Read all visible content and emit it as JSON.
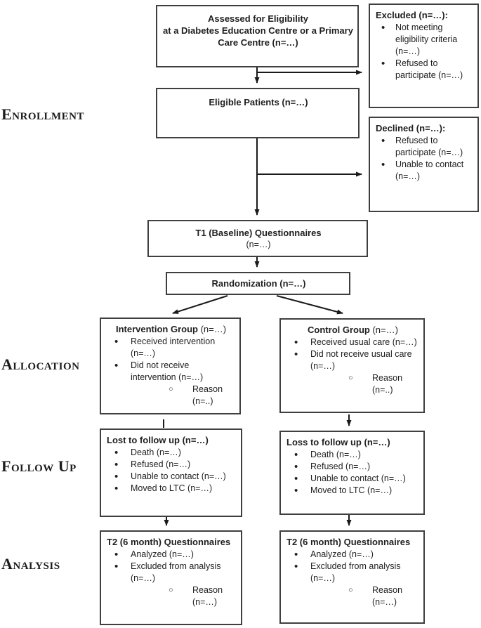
{
  "stages": {
    "enrollment": "Enrollment",
    "allocation": "Allocation",
    "follow_up": "Follow Up",
    "analysis": "Analysis"
  },
  "boxes": {
    "assessed": {
      "line1": "Assessed for Eligibility",
      "line2": "at a Diabetes Education Centre or a Primary",
      "line3": "Care Centre (n=…)"
    },
    "excluded": {
      "title": "Excluded (n=…):",
      "bullets": [
        "Not meeting eligibility criteria (n=…)",
        "Refused to participate (n=…)"
      ]
    },
    "eligible": {
      "title": "Eligible Patients (n=…)"
    },
    "declined": {
      "title": "Declined (n=…):",
      "bullets": [
        "Refused to participate (n=…)",
        "Unable to contact (n=…)"
      ]
    },
    "t1": {
      "title": "T1 (Baseline) Questionnaires",
      "subtitle": "(n=…)"
    },
    "randomization": {
      "title": "Randomization (n=…)"
    },
    "intervention": {
      "title": "Intervention Group",
      "title_n": " (n=…)",
      "bullets": [
        "Received intervention (n=…)",
        "Did not receive intervention (n=…)"
      ],
      "sub_bullet": "Reason (n=..)"
    },
    "control": {
      "title": "Control Group",
      "title_n": " (n=…)",
      "bullets": [
        "Received usual care (n=…)",
        "Did not receive usual care (n=…)"
      ],
      "sub_bullet": "Reason (n=..)"
    },
    "lost_left": {
      "title": "Lost to follow up (n=…)",
      "bullets": [
        "Death (n=…)",
        "Refused (n=…)",
        "Unable to contact (n=…)",
        "Moved to LTC (n=…)"
      ]
    },
    "loss_right": {
      "title": "Loss to follow up (n=…)",
      "bullets": [
        "Death (n=…)",
        "Refused (n=…)",
        "Unable to contact (n=…)",
        "Moved to LTC (n=…)"
      ]
    },
    "t2_left": {
      "title": "T2 (6 month) Questionnaires",
      "bullets": [
        "Analyzed (n=…)",
        "Excluded from analysis (n=…)"
      ],
      "sub_bullet": "Reason (n=…)"
    },
    "t2_right": {
      "title": "T2 (6 month) Questionnaires",
      "bullets": [
        "Analyzed (n=…)",
        "Excluded from analysis (n=…)"
      ],
      "sub_bullet": "Reason (n=…)"
    }
  },
  "colors": {
    "border": "#3f3f3f",
    "text": "#1f1f1f",
    "arrow": "#1a1a1a",
    "background": "#ffffff"
  }
}
